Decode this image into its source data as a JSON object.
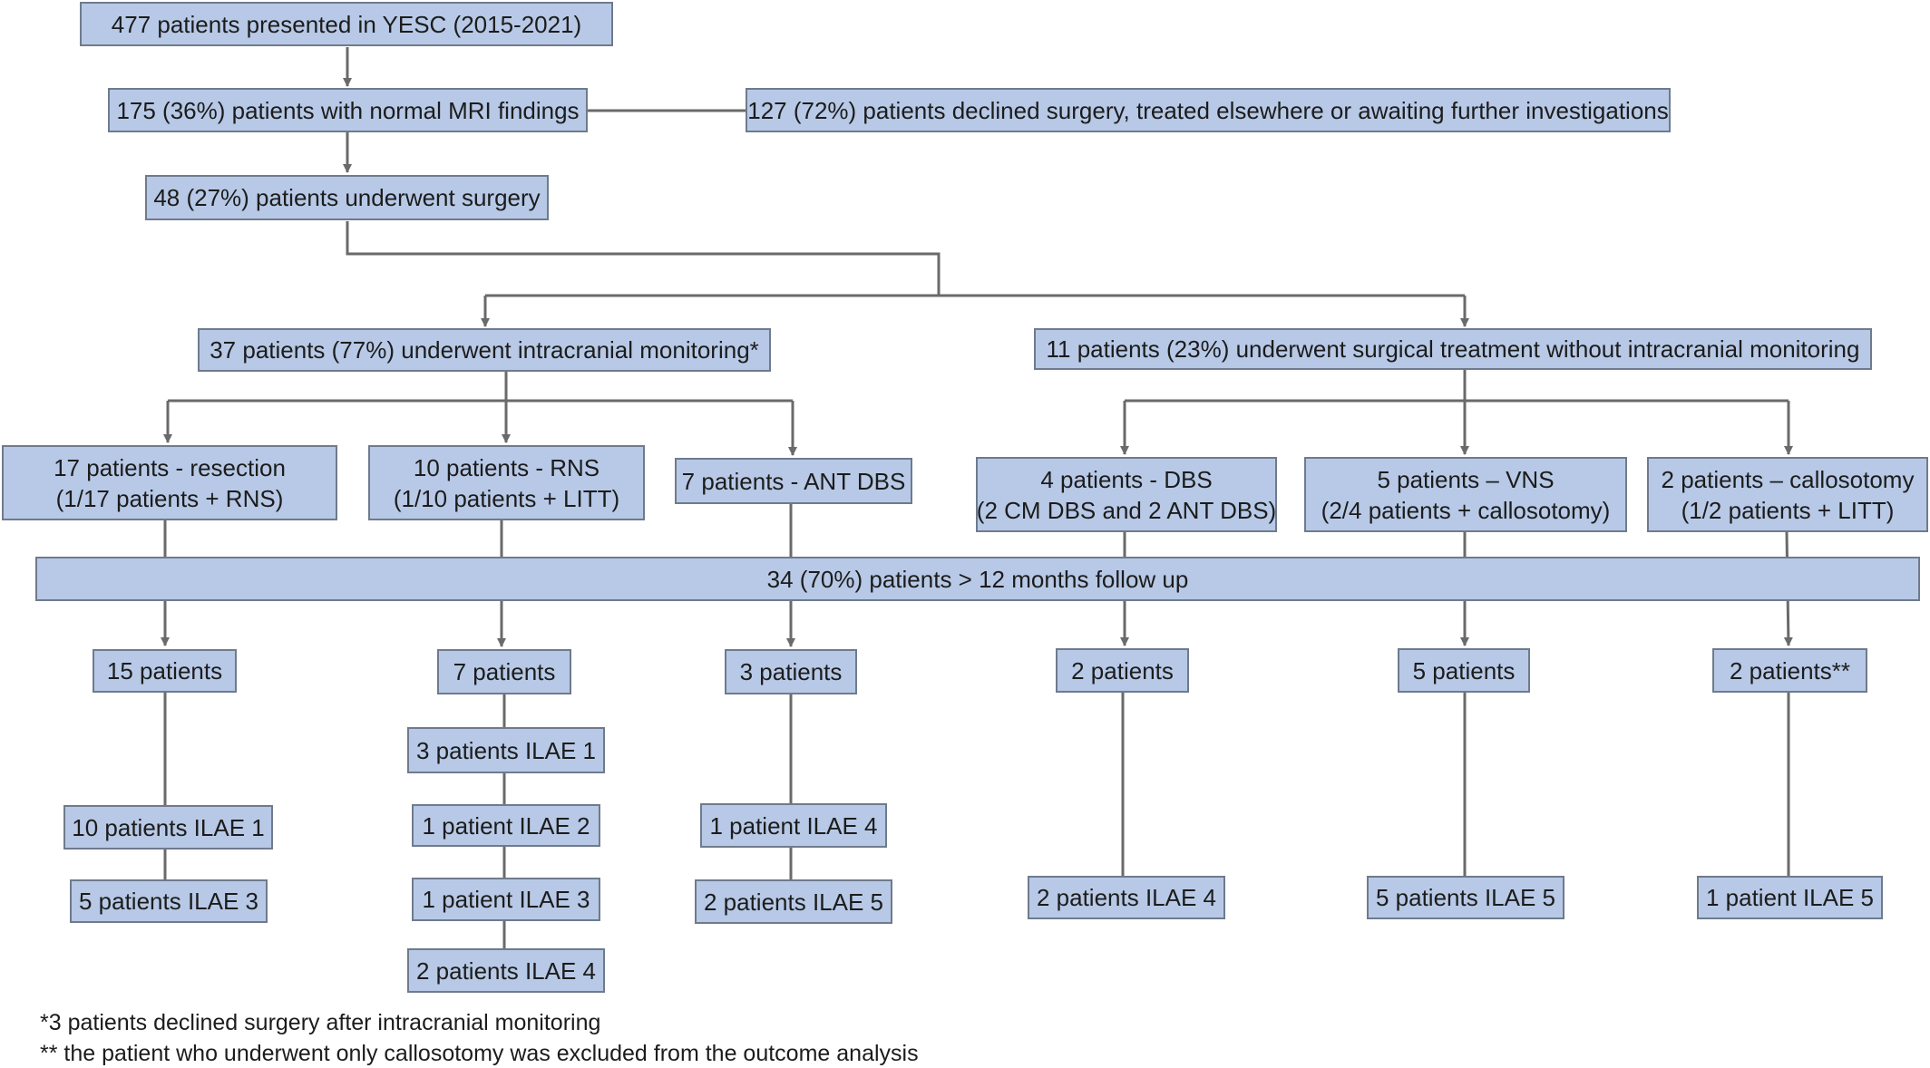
{
  "nodes": {
    "presented": {
      "line1": "477  patients presented in YESC (2015-2021)"
    },
    "normal_mri": {
      "line1": "175 (36%) patients with normal MRI findings"
    },
    "declined": {
      "line1": "127 (72%) patients declined surgery, treated elsewhere or awaiting further investigations"
    },
    "surgery": {
      "line1": "48 (27%) patients underwent surgery"
    },
    "intracranial": {
      "line1": "37 patients (77%) underwent intracranial monitoring*"
    },
    "no_intracranial": {
      "line1": "11 patients (23%) underwent surgical treatment without intracranial monitoring"
    },
    "resection": {
      "line1": "17 patients - resection",
      "line2": "(1/17 patients + RNS)"
    },
    "rns": {
      "line1": "10 patients - RNS",
      "line2": "(1/10 patients + LITT)"
    },
    "ant_dbs": {
      "line1": "7 patients - ANT DBS"
    },
    "dbs": {
      "line1": "4 patients - DBS",
      "line2": "(2 CM DBS and 2 ANT DBS)"
    },
    "vns": {
      "line1": "5 patients – VNS",
      "line2": "(2/4 patients + callosotomy)"
    },
    "callosotomy": {
      "line1": "2 patients – callosotomy",
      "line2": "(1/2 patients + LITT)"
    },
    "followup": {
      "line1": "34 (70%) patients > 12 months follow up"
    },
    "res_fu": {
      "line1": "15 patients"
    },
    "rns_fu": {
      "line1": "7 patients"
    },
    "ant_fu": {
      "line1": "3 patients"
    },
    "dbs_fu": {
      "line1": "2 patients"
    },
    "vns_fu": {
      "line1": "5 patients"
    },
    "cal_fu": {
      "line1": "2 patients**"
    },
    "res_ilae1": {
      "line1": "10 patients ILAE 1"
    },
    "res_ilae3": {
      "line1": "5 patients ILAE 3"
    },
    "rns_ilae1": {
      "line1": "3 patients ILAE 1"
    },
    "rns_ilae2": {
      "line1": "1 patient ILAE 2"
    },
    "rns_ilae3": {
      "line1": "1 patient ILAE 3"
    },
    "rns_ilae4": {
      "line1": "2 patients ILAE 4"
    },
    "ant_ilae4": {
      "line1": "1 patient ILAE 4"
    },
    "ant_ilae5": {
      "line1": "2 patients ILAE 5"
    },
    "dbs_ilae4": {
      "line1": "2 patients ILAE 4"
    },
    "vns_ilae5": {
      "line1": "5 patients ILAE 5"
    },
    "cal_ilae5": {
      "line1": "1 patient ILAE 5"
    }
  },
  "footnotes": {
    "note1": "*3 patients declined surgery after intracranial monitoring",
    "note2": "** the patient who underwent only callosotomy was excluded from the outcome analysis"
  },
  "colors": {
    "box_fill": "#b7c9e6",
    "box_border": "#6f7b8c",
    "connector": "#6a6a6a"
  }
}
